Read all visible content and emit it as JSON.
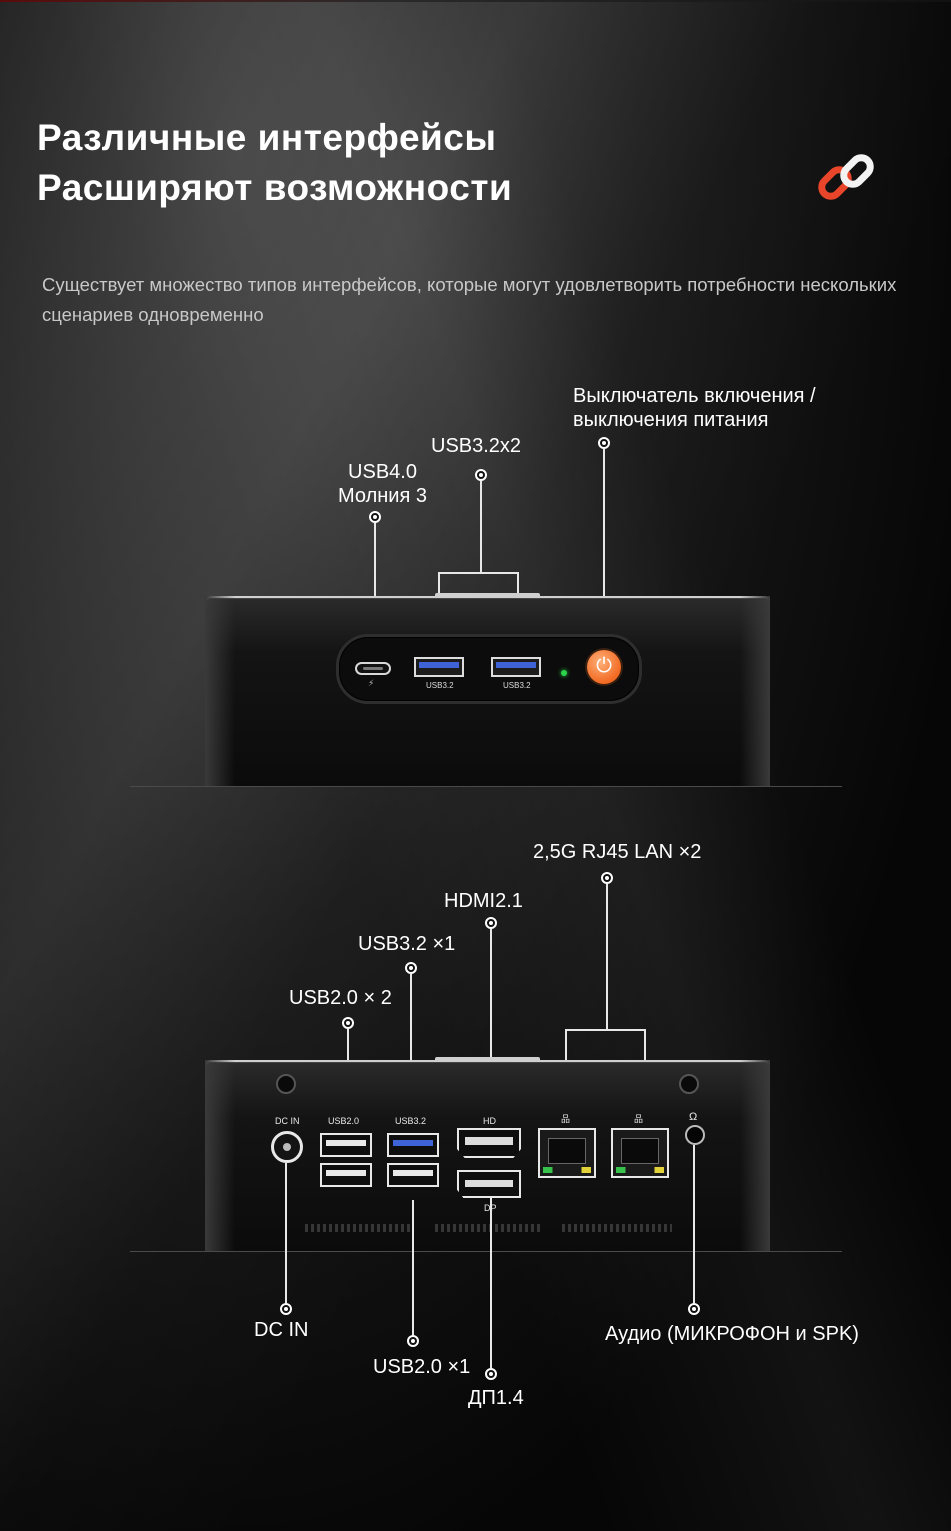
{
  "title": {
    "line1": "Различные интерфейсы",
    "line2": "Расширяют возможности"
  },
  "subtitle": "Существует множество типов интерфейсов, которые могут удовлетворить потребности нескольких сценариев одновременно",
  "icon": "chain-link-icon",
  "accent_color": "#e8452a",
  "front": {
    "callouts": {
      "power_line1": "Выключатель включения /",
      "power_line2": "выключения питания",
      "usb32x2": "USB3.2x2",
      "usb40_line1": "USB4.0",
      "usb40_line2": "Молния 3"
    },
    "port_labels": {
      "usb_a": "USB3.2",
      "usb_b": "USB3.2",
      "bolt": "⚡"
    },
    "power_color": "#f26a22",
    "led_color": "#2ad34a"
  },
  "rear": {
    "callouts": {
      "lan": "2,5G RJ45 LAN ×2",
      "hdmi": "HDMI2.1",
      "usb32": "USB3.2 ×1",
      "usb20x2": "USB2.0 × 2",
      "dcin": "DC IN",
      "usb20x1": "USB2.0 ×1",
      "dp": "ДП1.4",
      "audio": "Аудио (МИКРОФОН и SPK)"
    },
    "port_labels": {
      "dcin": "DC IN",
      "usb20": "USB2.0",
      "usb32": "USB3.2",
      "hd": "HD",
      "dp": "DP",
      "lan1": "品",
      "lan2": "品",
      "audio": "Ω"
    }
  }
}
